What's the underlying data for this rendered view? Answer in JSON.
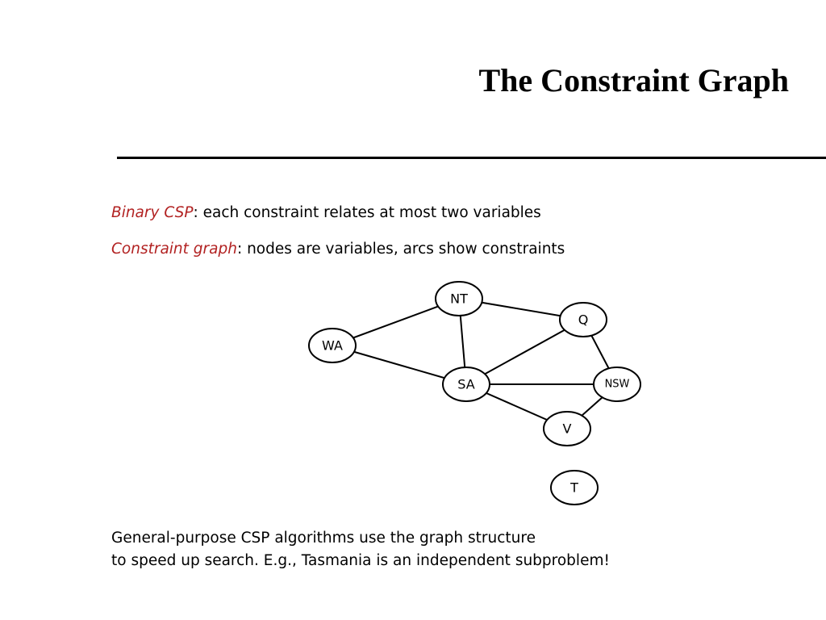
{
  "title": "The Constraint Graph",
  "definitions": [
    {
      "term": "Binary CSP",
      "text": ": each constraint relates at most two variables"
    },
    {
      "term": "Constraint graph",
      "text": ": nodes are variables, arcs show constraints"
    }
  ],
  "colors": {
    "term": "#b22222",
    "text": "#000000",
    "rule": "#000000"
  },
  "graph": {
    "nodes": [
      "WA",
      "NT",
      "Q",
      "SA",
      "NSW",
      "V",
      "T"
    ],
    "edges": [
      [
        "WA",
        "NT"
      ],
      [
        "WA",
        "SA"
      ],
      [
        "NT",
        "SA"
      ],
      [
        "NT",
        "Q"
      ],
      [
        "SA",
        "Q"
      ],
      [
        "SA",
        "NSW"
      ],
      [
        "SA",
        "V"
      ],
      [
        "Q",
        "NSW"
      ],
      [
        "NSW",
        "V"
      ]
    ]
  },
  "footer": [
    "General-purpose CSP algorithms use the graph structure",
    "to speed up search. E.g., Tasmania is an independent subproblem!"
  ]
}
